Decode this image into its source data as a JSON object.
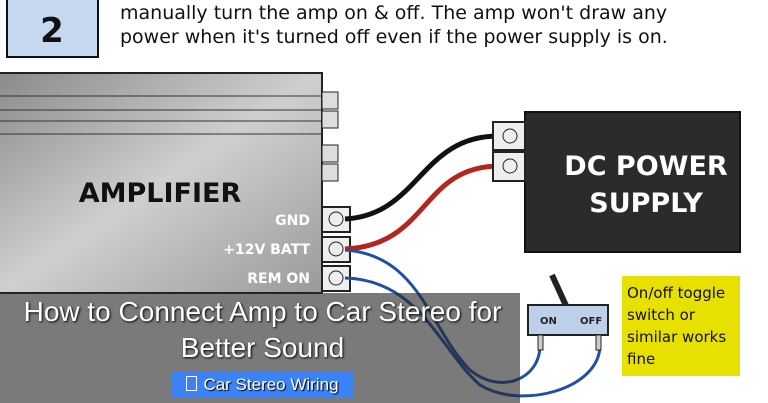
{
  "diagram": {
    "step_number": "2",
    "instruction_lines": [
      "manually turn the amp on & off. The amp won't draw any",
      "power when it's turned off even if the power supply is on."
    ],
    "amplifier_label": "AMPLIFIER",
    "terminal_labels": [
      "GND",
      "+12V BATT",
      "REM ON"
    ],
    "power_supply_label": [
      "DC POWER",
      "SUPPLY"
    ],
    "switch_labels": [
      "ON",
      "OFF"
    ],
    "note_lines": [
      "On/off toggle",
      "switch or",
      "similar works",
      "fine"
    ]
  },
  "post": {
    "title": "How to Connect Amp to Car Stereo for Better Sound",
    "category": "Car Stereo Wiring",
    "category_icon": "folder-icon",
    "category_color": "#3b82f6"
  }
}
